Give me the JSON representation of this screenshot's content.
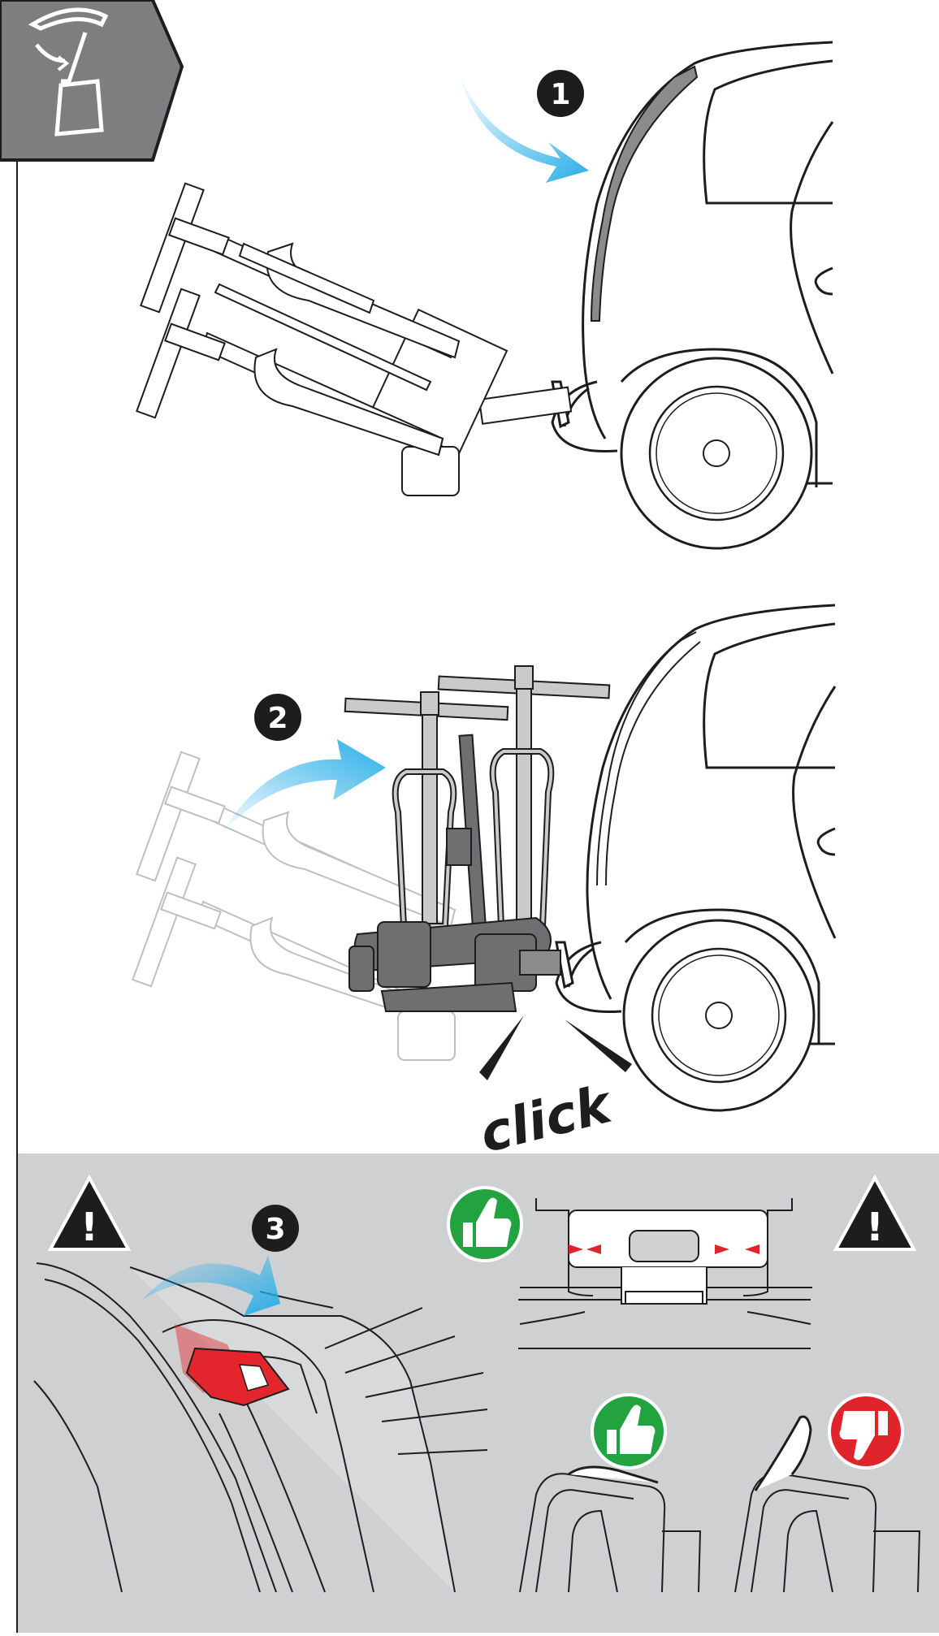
{
  "steps": [
    {
      "number": "1"
    },
    {
      "number": "2"
    },
    {
      "number": "3"
    }
  ],
  "click_label": "click",
  "warning_symbol": "!",
  "icons": {
    "corner_badge": "tailgate-open-icon",
    "warning": "warning-triangle-icon",
    "good": "thumbs-up-icon",
    "bad": "thumbs-down-icon",
    "arrow": "curved-arrow-icon"
  },
  "colors": {
    "arrow_blue": "#28aee8",
    "good_green": "#22a340",
    "bad_red": "#e0242c",
    "lever_red": "#e3262e",
    "panel_gray": "#cfd0d2",
    "badge_gray": "#7d7e80",
    "line": "#1d1d1b"
  }
}
